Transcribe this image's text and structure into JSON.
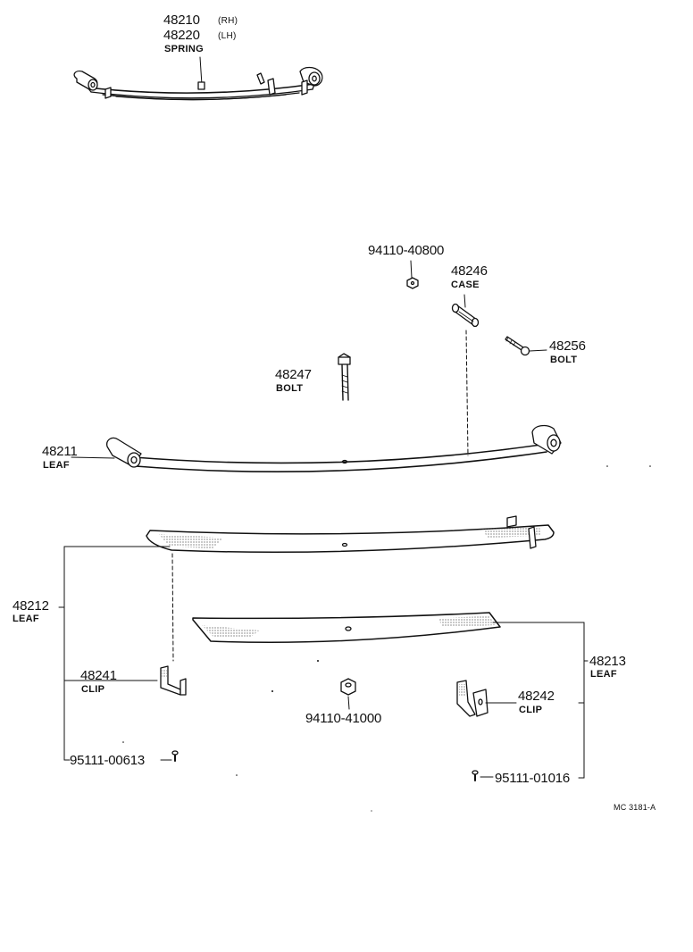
{
  "spring": {
    "pn_rh": "48210",
    "side_rh": "(RH)",
    "pn_lh": "48220",
    "side_lh": "(LH)",
    "name": "SPRING"
  },
  "nut_top": {
    "pn": "94110-40800"
  },
  "case": {
    "pn": "48246",
    "name": "CASE"
  },
  "bolt_48256": {
    "pn": "48256",
    "name": "BOLT"
  },
  "bolt_48247": {
    "pn": "48247",
    "name": "BOLT"
  },
  "leaf_48211": {
    "pn": "48211",
    "name": "LEAF"
  },
  "leaf_48212": {
    "pn": "48212",
    "name": "LEAF"
  },
  "leaf_48213": {
    "pn": "48213",
    "name": "LEAF"
  },
  "clip_48241": {
    "pn": "48241",
    "name": "CLIP"
  },
  "clip_48242": {
    "pn": "48242",
    "name": "CLIP"
  },
  "nut_bottom": {
    "pn": "94110-41000"
  },
  "rivet_left": {
    "pn": "95111-00613"
  },
  "rivet_right": {
    "pn": "95111-01016"
  },
  "diagram_code": "MC 3181-A"
}
